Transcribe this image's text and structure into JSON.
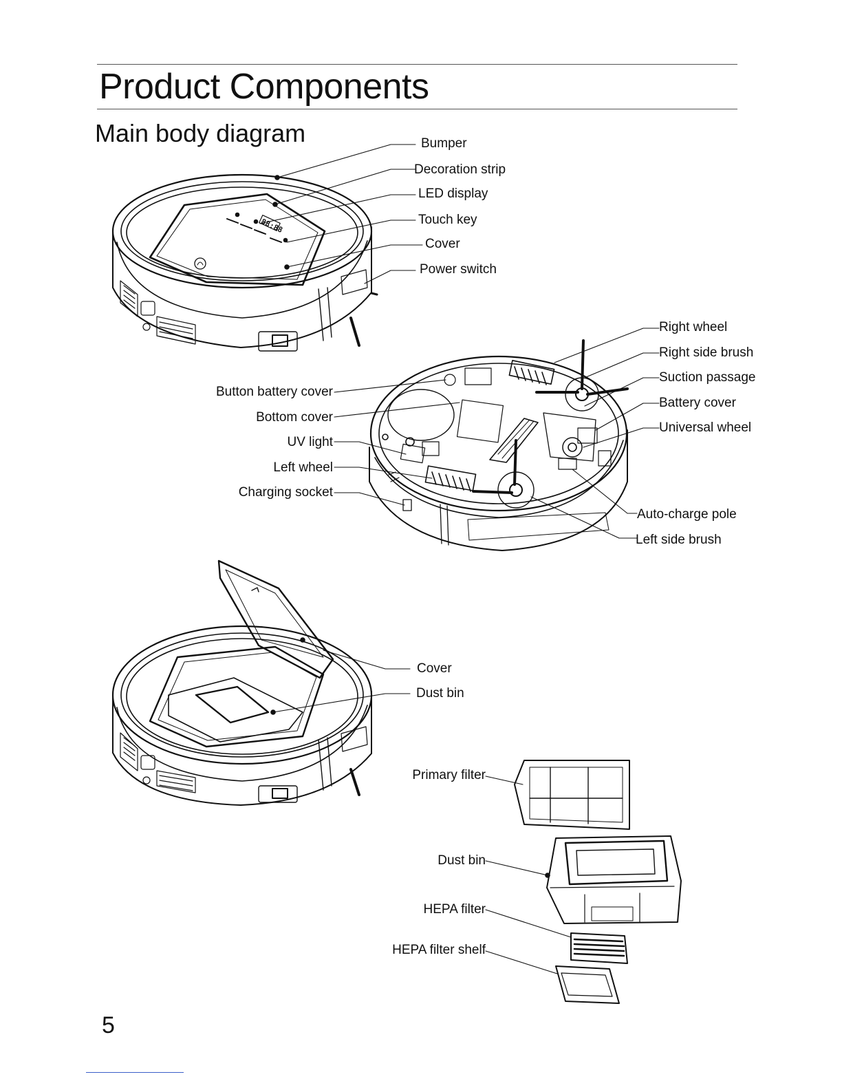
{
  "page": {
    "title": "Product Components",
    "subtitle": "Main body diagram",
    "page_number": "5"
  },
  "top_view_labels": {
    "bumper": "Bumper",
    "decoration_strip": "Decoration  strip",
    "led_display": "LED display",
    "touch_key": "Touch key",
    "cover": "Cover",
    "power_switch": "Power switch"
  },
  "bottom_view_labels": {
    "right_wheel": "Right wheel",
    "right_side_brush": "Right side brush",
    "suction_passage": "Suction passage",
    "battery_cover": "Battery cover",
    "universal_wheel": "Universal wheel",
    "auto_charge_pole": "Auto-charge pole",
    "left_side_brush": "Left side brush",
    "button_battery_cover": "Button battery cover",
    "bottom_cover": "Bottom cover",
    "uv_light": "UV light",
    "left_wheel": "Left wheel",
    "charging_socket": "Charging socket"
  },
  "open_view_labels": {
    "cover": "Cover",
    "dust_bin": "Dust bin"
  },
  "bin_parts_labels": {
    "primary_filter": "Primary filter",
    "dust_bin": "Dust bin",
    "hepa_filter": "HEPA filter",
    "hepa_filter_shelf": "HEPA filter shelf"
  },
  "display_digits": "88:88",
  "colors": {
    "line": "#111111",
    "rule": "#555555",
    "footer_link": "#3b5fc9"
  }
}
